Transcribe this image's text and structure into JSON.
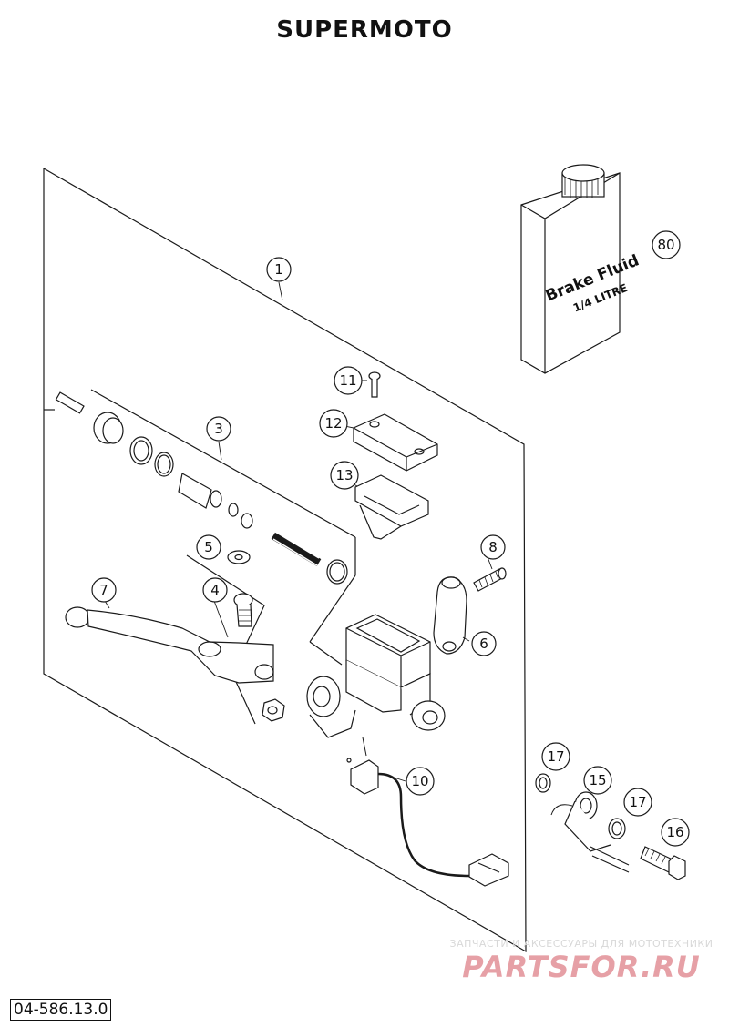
{
  "title": "SUPERMOTO",
  "doc_number": "04-586.13.0",
  "bottle": {
    "label_line1": "Brake Fluid",
    "label_line2": "1/4 LITRE"
  },
  "callouts": [
    "1",
    "3",
    "4",
    "5",
    "6",
    "7",
    "8",
    "10",
    "11",
    "12",
    "13",
    "15",
    "16",
    "17",
    "17",
    "80"
  ],
  "watermark": {
    "subtitle": "ЗАПЧАСТИ И АКСЕССУАРЫ ДЛЯ МОТОТЕХНИКИ",
    "logo": "PARTSFOR.RU"
  }
}
